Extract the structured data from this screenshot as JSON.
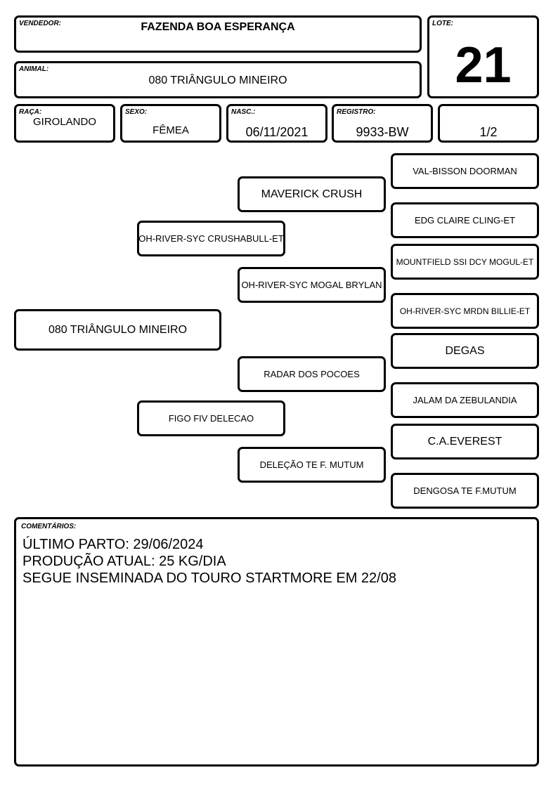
{
  "header": {
    "seller_label": "VENDEDOR:",
    "seller": "FAZENDA BOA ESPERANÇA",
    "lot_label": "LOTE:",
    "lot": "21",
    "animal_label": "ANIMAL:",
    "animal": "080 TRIÂNGULO MINEIRO"
  },
  "info": {
    "breed_label": "RAÇA:",
    "breed": "GIROLANDO",
    "sex_label": "SEXO:",
    "sex": "FÊMEA",
    "birth_label": "NASC.:",
    "birth": "06/11/2021",
    "registry_label": "REGISTRO:",
    "registry": "9933-BW",
    "fraction": "1/2"
  },
  "pedigree": {
    "subject": "080 TRIÂNGULO MINEIRO",
    "sire": "OH-RIVER-SYC CRUSHABULL-ET",
    "dam": "FIGO FIV DELECAO",
    "sire_sire": "MAVERICK CRUSH",
    "sire_dam": "OH-RIVER-SYC MOGAL BRYLAN",
    "dam_sire": "RADAR DOS POCOES",
    "dam_dam": "DELEÇÃO TE F. MUTUM",
    "gg": [
      "VAL-BISSON DOORMAN",
      "EDG CLAIRE CLING-ET",
      "MOUNTFIELD SSI DCY MOGUL-ET",
      "OH-RIVER-SYC MRDN BILLIE-ET",
      "DEGAS",
      "JALAM DA ZEBULANDIA",
      "C.A.EVEREST",
      "DENGOSA TE F.MUTUM"
    ]
  },
  "comments": {
    "label": "COMENTÁRIOS:",
    "lines": [
      "ÚLTIMO PARTO: 29/06/2024",
      "PRODUÇÃO ATUAL: 25 KG/DIA",
      "SEGUE INSEMINADA DO TOURO STARTMORE EM 22/08"
    ]
  }
}
